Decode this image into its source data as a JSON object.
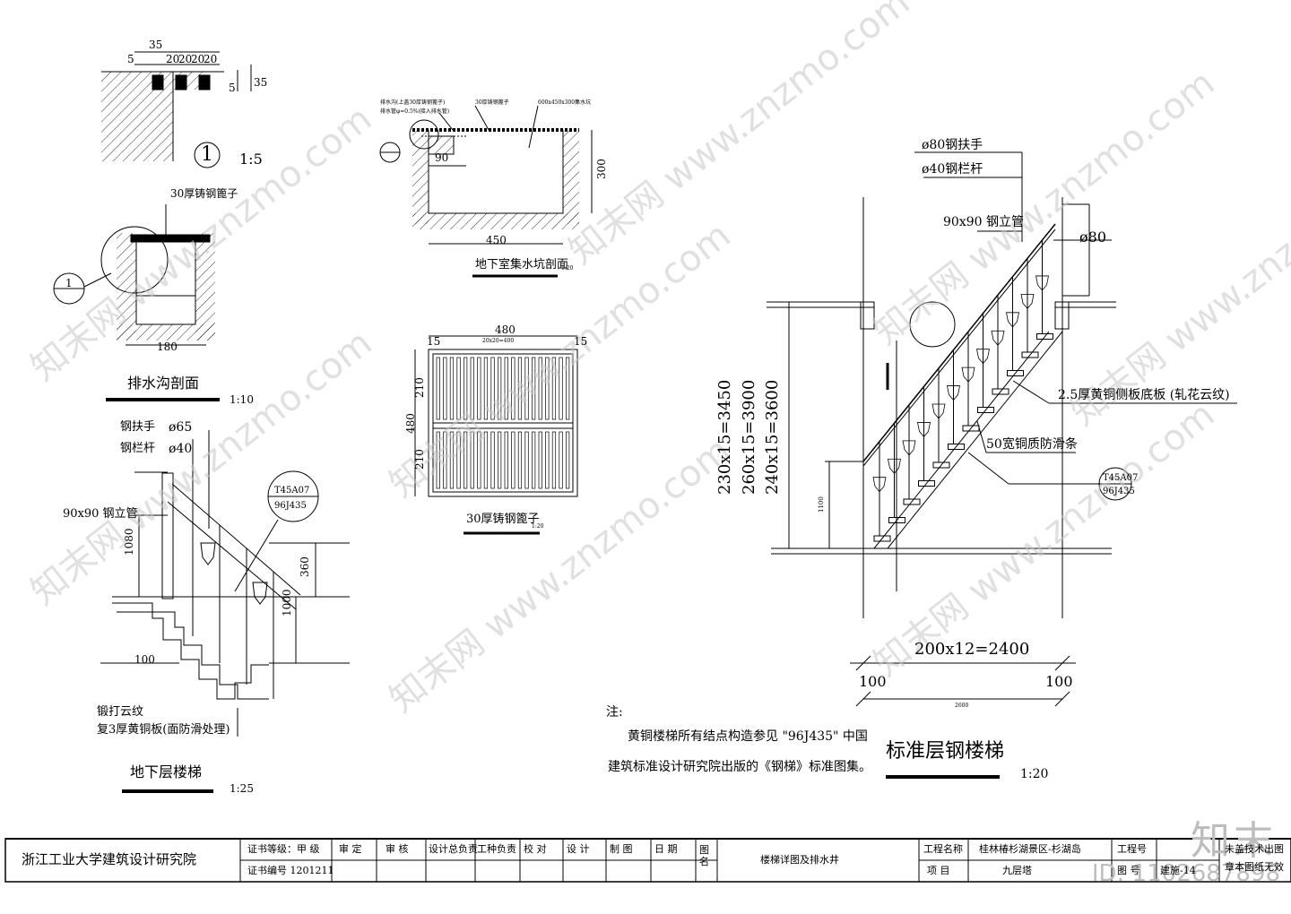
{
  "drain_detail": {
    "dims_top": [
      "35",
      "5",
      "20",
      "20",
      "20",
      "20",
      "5",
      "35"
    ],
    "callout_number": "1",
    "callout_scale": "1:5"
  },
  "trench_section": {
    "grate_label": "30厚铸钢篦子",
    "callout_num": "1",
    "width_dim": "180",
    "title": "排水沟剖面",
    "scale": "1:10"
  },
  "basement_stair": {
    "handrail_label": "钢扶手",
    "handrail_dia": "ø65",
    "baluster_label": "钢栏杆",
    "baluster_dia": "ø40",
    "post_label": "90x90 钢立管",
    "ref_top": "T45A07",
    "ref_bottom": "96J435",
    "dim_1080": "1080",
    "dim_360": "360",
    "dim_1000": "1000",
    "dim_100": "100",
    "note_line1": "锻打云纹",
    "note_line2": "复3厚黄铜板(面防滑处理)",
    "title": "地下层楼梯",
    "scale": "1:25"
  },
  "sump_section": {
    "note_left_1": "排水沟(上盖30厚铸钢篦子)",
    "note_left_2": "排水管φ=0.5%(接入排水管)",
    "note_mid": "30厚铸钢篦子",
    "note_right": "600x450x300集水坑",
    "dim_90": "90",
    "dim_300": "300",
    "dim_450": "450",
    "title": "地下室集水坑剖面",
    "scale": "1:20"
  },
  "grate_plan": {
    "dim_top": "480",
    "dim_left_top": "15",
    "dim_right_top": "15",
    "dim_sub": "20x20=400",
    "dim_210a": "210",
    "dim_210b": "210",
    "dim_480v": "480",
    "title": "30厚铸钢篦子",
    "scale": "1:20"
  },
  "standard_stair": {
    "handrail": "ø80钢扶手",
    "baluster": "ø40钢栏杆",
    "post": "90x90 钢立管",
    "dia_right": "ø80",
    "brass_plate": "2.5厚黄铜侧板底板 (轧花云纹)",
    "anti_slip": "50宽铜质防滑条",
    "ref_top": "T45A07",
    "ref_bottom": "96J435",
    "height_1": "230x15=3450",
    "height_2": "260x15=3900",
    "height_3": "240x15=3600",
    "run": "200x12=2400",
    "edge_left": "100",
    "edge_right": "100",
    "total": "2600",
    "dim_1100": "1100",
    "title": "标准层钢楼梯",
    "scale": "1:20"
  },
  "notes": {
    "label": "注:",
    "line1": "黄铜楼梯所有结点构造参见 \"96J435\" 中国",
    "line2": "建筑标准设计研究院出版的《钢梯》标准图集。"
  },
  "title_block": {
    "institute": "浙江工业大学建筑设计研究院",
    "cert_grade": "证书等级：甲 级",
    "cert_no": "证书编号 1201211",
    "approve": "审    定",
    "review": "审    核",
    "chief_designer": "设计总负责",
    "discipline": "工种负责",
    "check": "校    对",
    "design": "设    计",
    "draw": "制    图",
    "date": "日    期",
    "drawing_name_label": "图    名",
    "drawing_name": "楼梯详图及排水井",
    "project_label": "工程名称",
    "project": "桂林椿杉湖景区-杉湖岛",
    "item_label": "项    目",
    "item": "九层塔",
    "project_no_label": "工程号",
    "drawing_no_label": "图    号",
    "drawing_no": "建施-14",
    "stamp_1": "未盖技术出图",
    "stamp_2": "章本图纸无效"
  },
  "watermark": {
    "text": "知末网 www.znzmo.com",
    "brand": "知末",
    "id": "ID: 1102687898"
  }
}
